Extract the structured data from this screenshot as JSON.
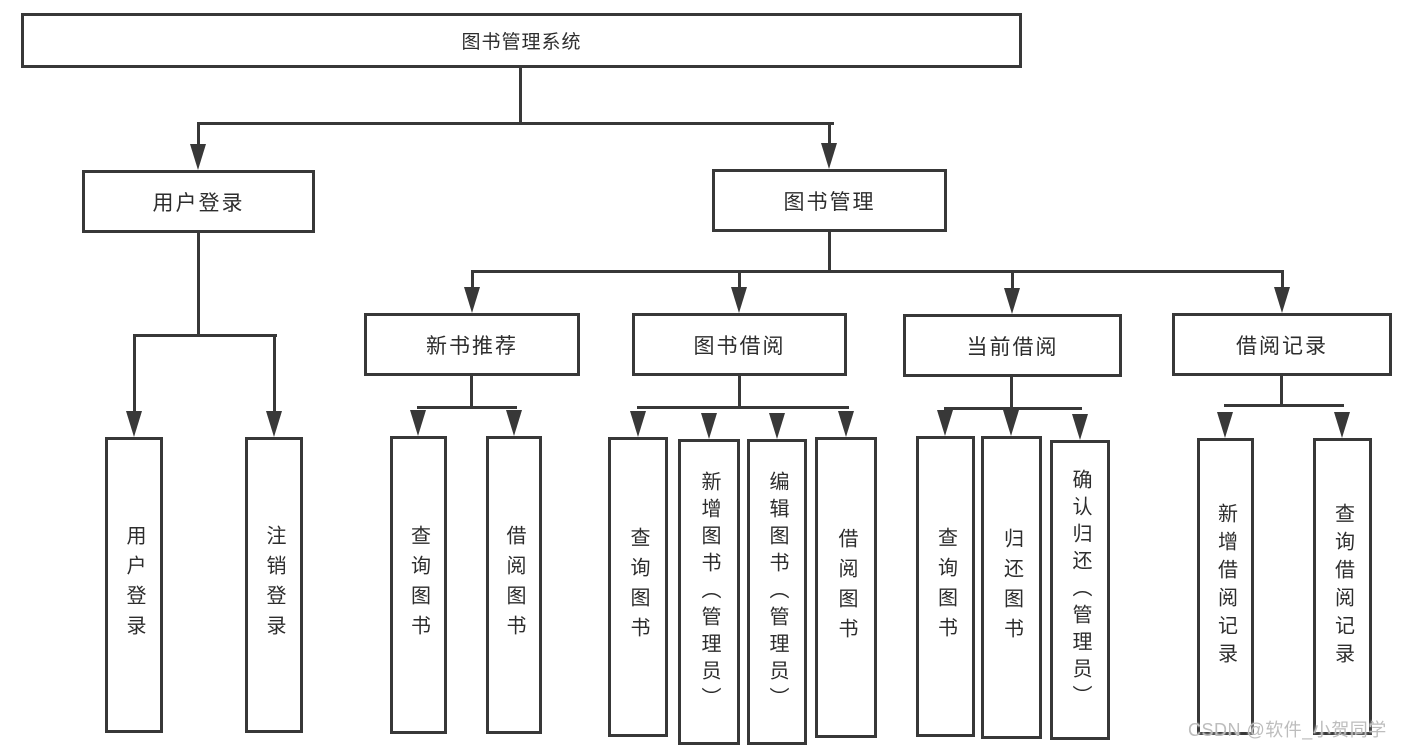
{
  "diagram": {
    "root": {
      "label": "图书管理系统"
    },
    "level2": [
      {
        "label": "用户登录"
      },
      {
        "label": "图书管理"
      }
    ],
    "level3": [
      {
        "label": "新书推荐"
      },
      {
        "label": "图书借阅"
      },
      {
        "label": "当前借阅"
      },
      {
        "label": "借阅记录"
      }
    ],
    "leaves": [
      {
        "label": "用户登录"
      },
      {
        "label": "注销登录"
      },
      {
        "label": "查询图书"
      },
      {
        "label": "借阅图书"
      },
      {
        "label": "查询图书"
      },
      {
        "label": "新增图书（管理员）"
      },
      {
        "label": "编辑图书（管理员）"
      },
      {
        "label": "借阅图书"
      },
      {
        "label": "查询图书"
      },
      {
        "label": "归还图书"
      },
      {
        "label": "确认归还（管理员）"
      },
      {
        "label": "新增借阅记录"
      },
      {
        "label": "查询借阅记录"
      }
    ]
  },
  "watermark": "CSDN @软件_小贺同学",
  "colors": {
    "line": "#383838",
    "text": "#2d2d2d",
    "watermark": "#bdbdbd",
    "background": "#ffffff"
  }
}
